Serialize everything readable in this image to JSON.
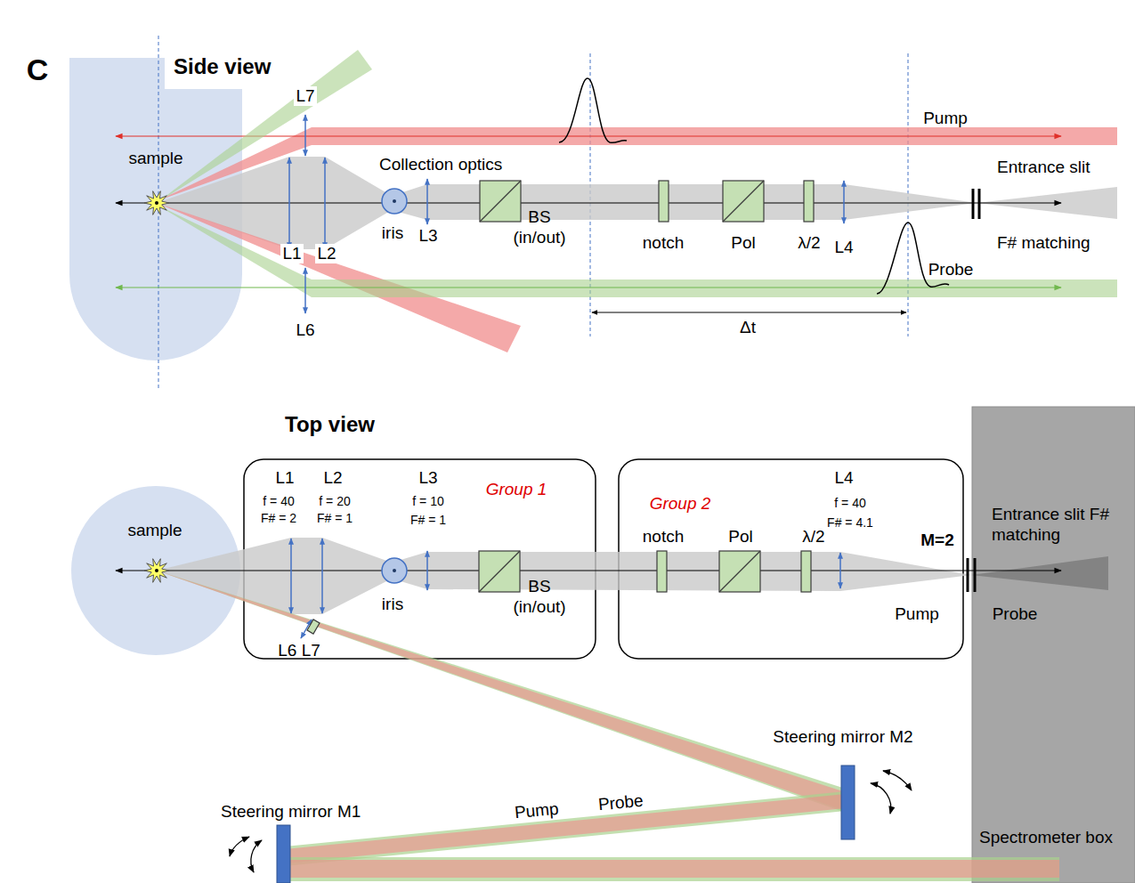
{
  "diagram": {
    "nodes": [
      {
        "text": [
          "sample"
        ]
      },
      {
        "text": [
          "sample"
        ]
      },
      {
        "text": [
          "Group 1"
        ]
      },
      {
        "text": [
          "Group 2"
        ]
      },
      {
        "text": [
          "Spectrometer box"
        ]
      }
    ],
    "labels": [
      "C",
      "Side view",
      "L7",
      "Pump",
      "Collection optics",
      "Entrance slit",
      "iris",
      "L3",
      "BS (in/out)",
      "notch",
      "Pol",
      "λ/2",
      "L4",
      "F# matching",
      "L1",
      "L2",
      "Probe",
      "L6",
      "Δt",
      "Top view",
      "L1",
      "f = 40",
      "F# = 2",
      "L2",
      "f = 20",
      "F# = 1",
      "L3",
      "f = 10",
      "F# = 1",
      "L4",
      "f = 40",
      "F# = 4.1",
      "notch",
      "Pol",
      "λ/2",
      "M=2",
      "Entrance slit F# matching",
      "iris",
      "BS (in/out)",
      "Pump",
      "Probe",
      "L6 L7",
      "Steering mirror M2",
      "Steering mirror M1",
      "Pump",
      "Probe"
    ]
  }
}
